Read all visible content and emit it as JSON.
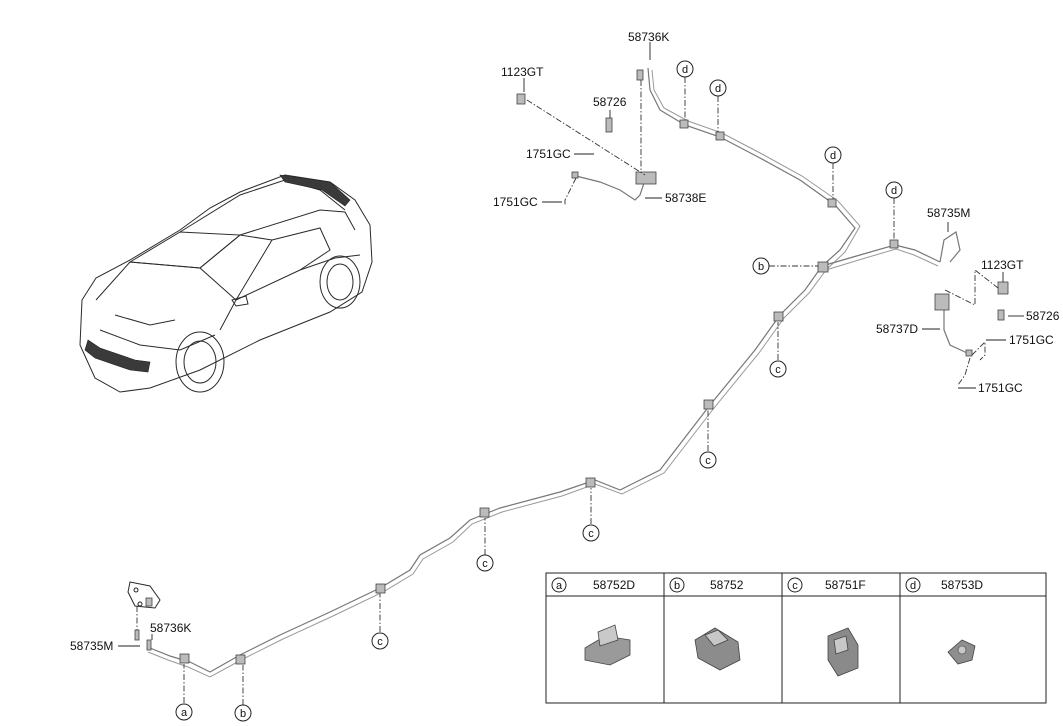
{
  "labels": {
    "p58736K_top": "58736K",
    "p1123GT_top": "1123GT",
    "p58726_top": "58726",
    "p1751GC_a": "1751GC",
    "p1751GC_b": "1751GC",
    "p58738E": "58738E",
    "p58735M_right": "58735M",
    "p1123GT_right": "1123GT",
    "p58726_right": "58726",
    "p58737D": "58737D",
    "p1751GC_c": "1751GC",
    "p1751GC_d": "1751GC",
    "p58735M_left": "58735M",
    "p58736K_left": "58736K"
  },
  "callouts": {
    "d": "d",
    "b": "b",
    "c": "c",
    "a": "a"
  },
  "legend": [
    {
      "letter": "a",
      "part": "58752D"
    },
    {
      "letter": "b",
      "part": "58752"
    },
    {
      "letter": "c",
      "part": "58751F"
    },
    {
      "letter": "d",
      "part": "58753D"
    }
  ]
}
